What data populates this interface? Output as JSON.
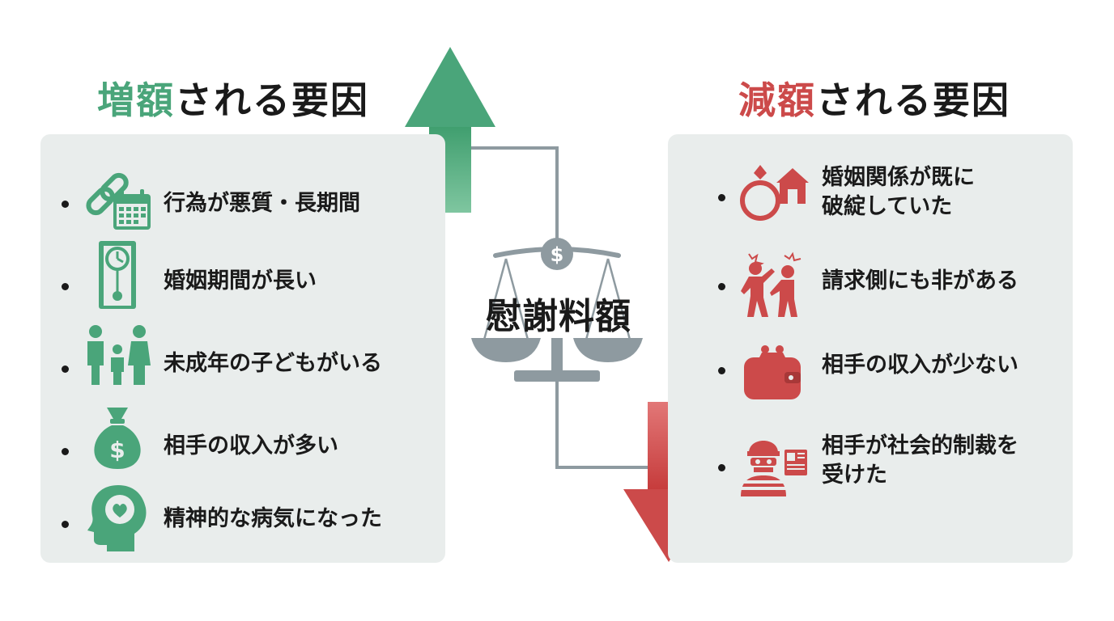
{
  "left": {
    "title_accent": "増額",
    "title_rest": "される要因",
    "items": [
      {
        "lines": [
          "行為が悪質・長期間"
        ],
        "icon": "chain-calendar-icon"
      },
      {
        "lines": [
          "婚姻期間が長い"
        ],
        "icon": "grandfather-clock-icon"
      },
      {
        "lines": [
          "未成年の子どもがいる"
        ],
        "icon": "family-icon"
      },
      {
        "lines": [
          "相手の収入が多い"
        ],
        "icon": "money-bag-icon"
      },
      {
        "lines": [
          "精神的な病気になった"
        ],
        "icon": "head-heart-icon"
      }
    ]
  },
  "right": {
    "title_accent": "減額",
    "title_rest": "される要因",
    "items": [
      {
        "lines": [
          "婚姻関係が既に",
          "破綻していた"
        ],
        "icon": "broken-ring-house-icon"
      },
      {
        "lines": [
          "請求側にも非がある"
        ],
        "icon": "arguing-people-icon"
      },
      {
        "lines": [
          "相手の収入が少ない"
        ],
        "icon": "wallet-icon"
      },
      {
        "lines": [
          "相手が社会的制裁を",
          "受けた"
        ],
        "icon": "thief-newspaper-icon"
      }
    ]
  },
  "center": {
    "title": "慰謝料額",
    "scale_symbol": "$"
  },
  "colors": {
    "green": "#4aa57a",
    "red": "#cc4a4a",
    "gray": "#8e9aa0",
    "panel": "#e9edec"
  }
}
